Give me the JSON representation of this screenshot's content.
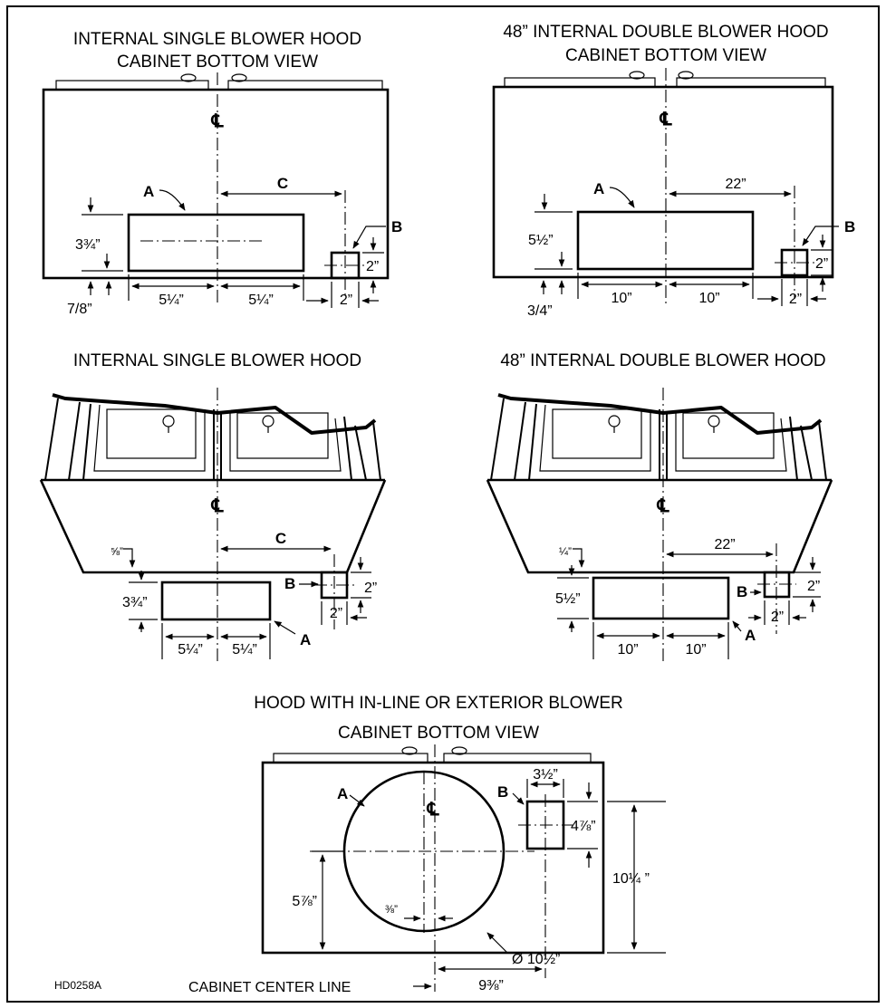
{
  "titles": {
    "single_bottom_1": "INTERNAL SINGLE BLOWER HOOD",
    "single_bottom_2": "CABINET BOTTOM VIEW",
    "double_bottom_1": "48” INTERNAL DOUBLE BLOWER HOOD",
    "double_bottom_2": "CABINET BOTTOM VIEW",
    "single_front": "INTERNAL SINGLE BLOWER HOOD",
    "double_front": "48” INTERNAL DOUBLE BLOWER HOOD",
    "exterior_1": "HOOD WITH IN-LINE OR EXTERIOR BLOWER",
    "exterior_2": "CABINET BOTTOM VIEW"
  },
  "symbols": {
    "centerline": "℄"
  },
  "labels": {
    "a": "A",
    "b": "B",
    "c": "C"
  },
  "single_bottom": {
    "c_dim": "C",
    "height": "3¾”",
    "offset": "7/8”",
    "half_left": "5¼”",
    "half_right": "5¼”",
    "b_width": "2”",
    "b_height": "2”"
  },
  "double_bottom": {
    "c_dim": "22”",
    "height": "5½”",
    "offset": "3/4”",
    "half_left": "10”",
    "half_right": "10”",
    "b_width": "2”",
    "b_height": "2”"
  },
  "single_front": {
    "c_dim": "C",
    "offset": "⅝”",
    "height": "3¾”",
    "half_left": "5¼”",
    "half_right": "5¼”",
    "b_width": "2”",
    "b_height": "2”"
  },
  "double_front": {
    "c_dim": "22”",
    "offset": "¼”",
    "height": "5½”",
    "half_left": "10”",
    "half_right": "10”",
    "b_width": "2”",
    "b_height": "2”"
  },
  "exterior": {
    "b_width": "3½”",
    "b_height": "4⅞”",
    "total_height": "10¼ ”",
    "circle_offset": "5⅞”",
    "center_offset": "⅜”",
    "diameter": "Ø 10½”",
    "b_offset": "9⅜”",
    "cabinet_center_line": "CABINET CENTER LINE"
  },
  "figure_code": "HD0258A"
}
